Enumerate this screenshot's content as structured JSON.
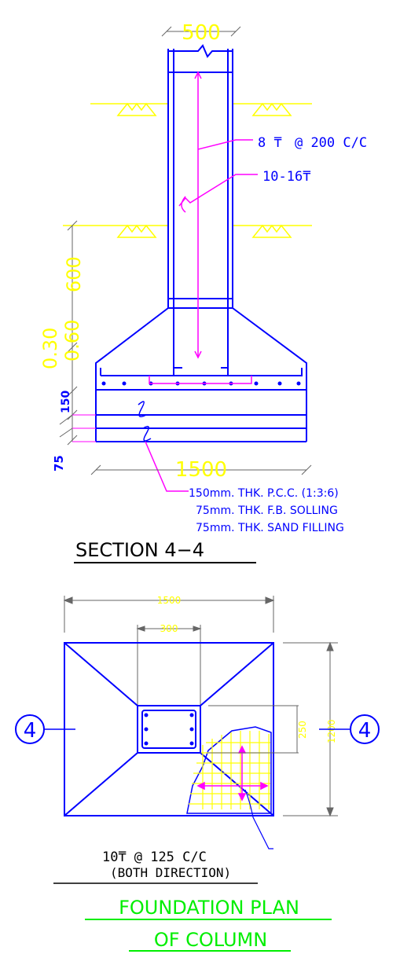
{
  "section": {
    "column_width": "500",
    "rebar_tie": "8",
    "rebar_tie_spacing": "@ 200 C/C",
    "rebar_main": "10-16",
    "dim_600": "600",
    "dim_060": "0.60",
    "dim_030": "0.30",
    "dim_150": "150",
    "dim_75": "75",
    "footing_width": "1500",
    "layers": [
      "150mm. THK. P.C.C. (1:3:6)",
      "75mm. THK. F.B. SOLLING",
      "75mm. THK. SAND FILLING"
    ],
    "title": "SECTION  4−4"
  },
  "plan": {
    "dim_1500": "1500",
    "dim_300": "300",
    "dim_250": "250",
    "dim_1200": "1200",
    "grid_left": "4",
    "grid_right": "4",
    "rebar_bar": "10",
    "rebar_spacing": "@ 125 C/C",
    "rebar_note": "(BOTH DIRECTION)",
    "title_line1": "FOUNDATION  PLAN",
    "title_line2": "OF  COLUMN"
  },
  "colors": {
    "structure": "#0000ff",
    "rebar": "#ff00ff",
    "dimension": "#ffff00",
    "title_green": "#00ee00",
    "dim_line": "#666666"
  },
  "icons": [
    "bar-diameter-symbol",
    "ground-hatch-icon",
    "grid-bubble-icon"
  ]
}
